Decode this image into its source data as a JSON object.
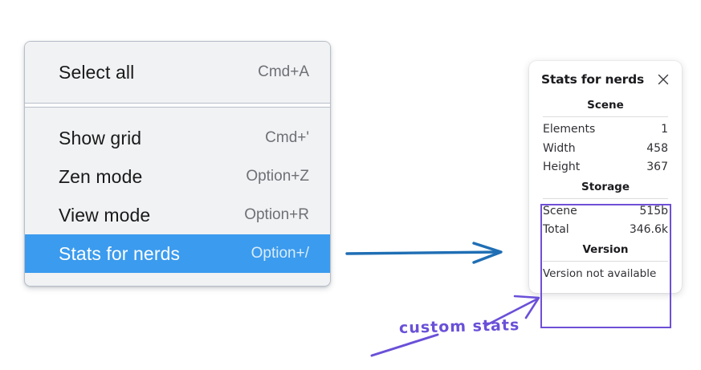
{
  "context_menu": {
    "groups": [
      {
        "items": [
          {
            "label": "Select all",
            "shortcut": "Cmd+A",
            "selected": false
          }
        ]
      },
      {
        "items": [
          {
            "label": "Show grid",
            "shortcut": "Cmd+'",
            "selected": false
          },
          {
            "label": "Zen mode",
            "shortcut": "Option+Z",
            "selected": false
          },
          {
            "label": "View mode",
            "shortcut": "Option+R",
            "selected": false
          },
          {
            "label": "Stats for nerds",
            "shortcut": "Option+/",
            "selected": true
          }
        ]
      }
    ],
    "highlight_color": "#3b9bee"
  },
  "stats_panel": {
    "title": "Stats for nerds",
    "close_icon": "close-icon",
    "sections": [
      {
        "name": "scene",
        "heading": "Scene",
        "rows": [
          {
            "key": "Elements",
            "value": "1"
          },
          {
            "key": "Width",
            "value": "458"
          },
          {
            "key": "Height",
            "value": "367"
          }
        ]
      },
      {
        "name": "storage",
        "heading": "Storage",
        "rows": [
          {
            "key": "Scene",
            "value": "515b"
          },
          {
            "key": "Total",
            "value": "346.6k"
          }
        ]
      },
      {
        "name": "version",
        "heading": "Version",
        "note": "Version not available"
      }
    ]
  },
  "annotations": {
    "handwritten_label": "custom stats",
    "handwriting_color": "#6a50d8",
    "blue_arrow_color": "#1f6eb4",
    "purple_highlight_color": "#6f4fd6"
  }
}
